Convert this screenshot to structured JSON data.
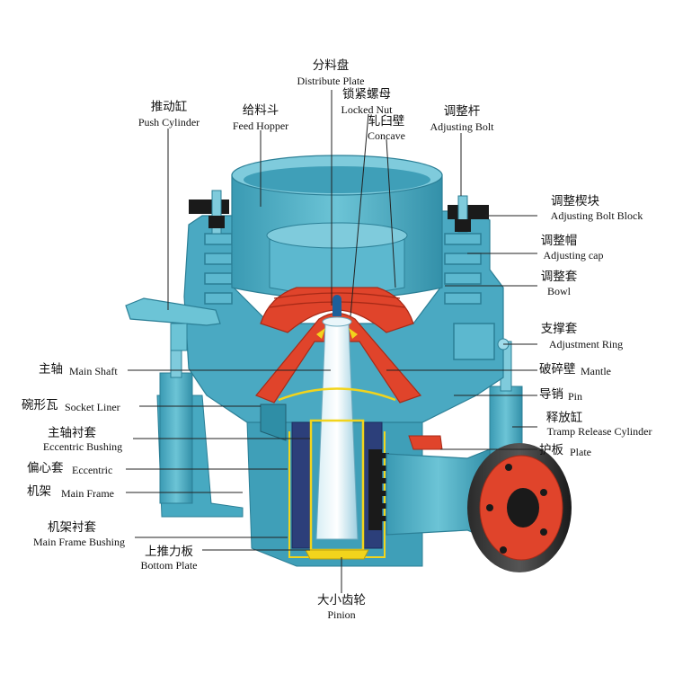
{
  "labels": {
    "distribute_plate": {
      "zh": "分料盘",
      "en": "Distribute Plate"
    },
    "locked_nut": {
      "zh": "锁紧螺母",
      "en": "Locked Nut"
    },
    "concave": {
      "zh": "轧臼壁",
      "en": "Concave"
    },
    "push_cylinder": {
      "zh": "推动缸",
      "en": "Push Cylinder"
    },
    "feed_hopper": {
      "zh": "给料斗",
      "en": "Feed Hopper"
    },
    "adjusting_bolt": {
      "zh": "调整杆",
      "en": "Adjusting Bolt"
    },
    "adjusting_bolt_block": {
      "zh": "调整楔块",
      "en": "Adjusting Bolt Block"
    },
    "adjusting_cap": {
      "zh": "调整帽",
      "en": "Adjusting cap"
    },
    "bowl": {
      "zh": "调整套",
      "en": "Bowl"
    },
    "adjustment_ring": {
      "zh": "支撑套",
      "en": "Adjustment Ring"
    },
    "mantle": {
      "zh": "破碎壁",
      "en": "Mantle"
    },
    "pin": {
      "zh": "导销",
      "en": "Pin"
    },
    "tramp_release_cylinder": {
      "zh": "释放缸",
      "en": "Tramp Release Cylinder"
    },
    "plate": {
      "zh": "护板",
      "en": "Plate"
    },
    "main_shaft": {
      "zh": "主轴",
      "en": "Main Shaft"
    },
    "socket_liner": {
      "zh": "碗形瓦",
      "en": "Socket Liner"
    },
    "eccentric_bushing": {
      "zh": "主轴衬套",
      "en": "Eccentric Bushing"
    },
    "eccentric": {
      "zh": "偏心套",
      "en": "Eccentric"
    },
    "main_frame": {
      "zh": "机架",
      "en": "Main Frame"
    },
    "main_frame_bushing": {
      "zh": "机架衬套",
      "en": "Main Frame Bushing"
    },
    "bottom_plate": {
      "zh": "上推力板",
      "en": "Bottom Plate"
    },
    "pinion": {
      "zh": "大小齿轮",
      "en": "Pinion"
    }
  },
  "colors": {
    "body": "#4fb3c9",
    "body_dark": "#2f8ea6",
    "body_light": "#9fdcea",
    "red": "#e0442b",
    "red_dark": "#a82a17",
    "yellow": "#f2d41c",
    "black": "#1a1a1a"
  }
}
